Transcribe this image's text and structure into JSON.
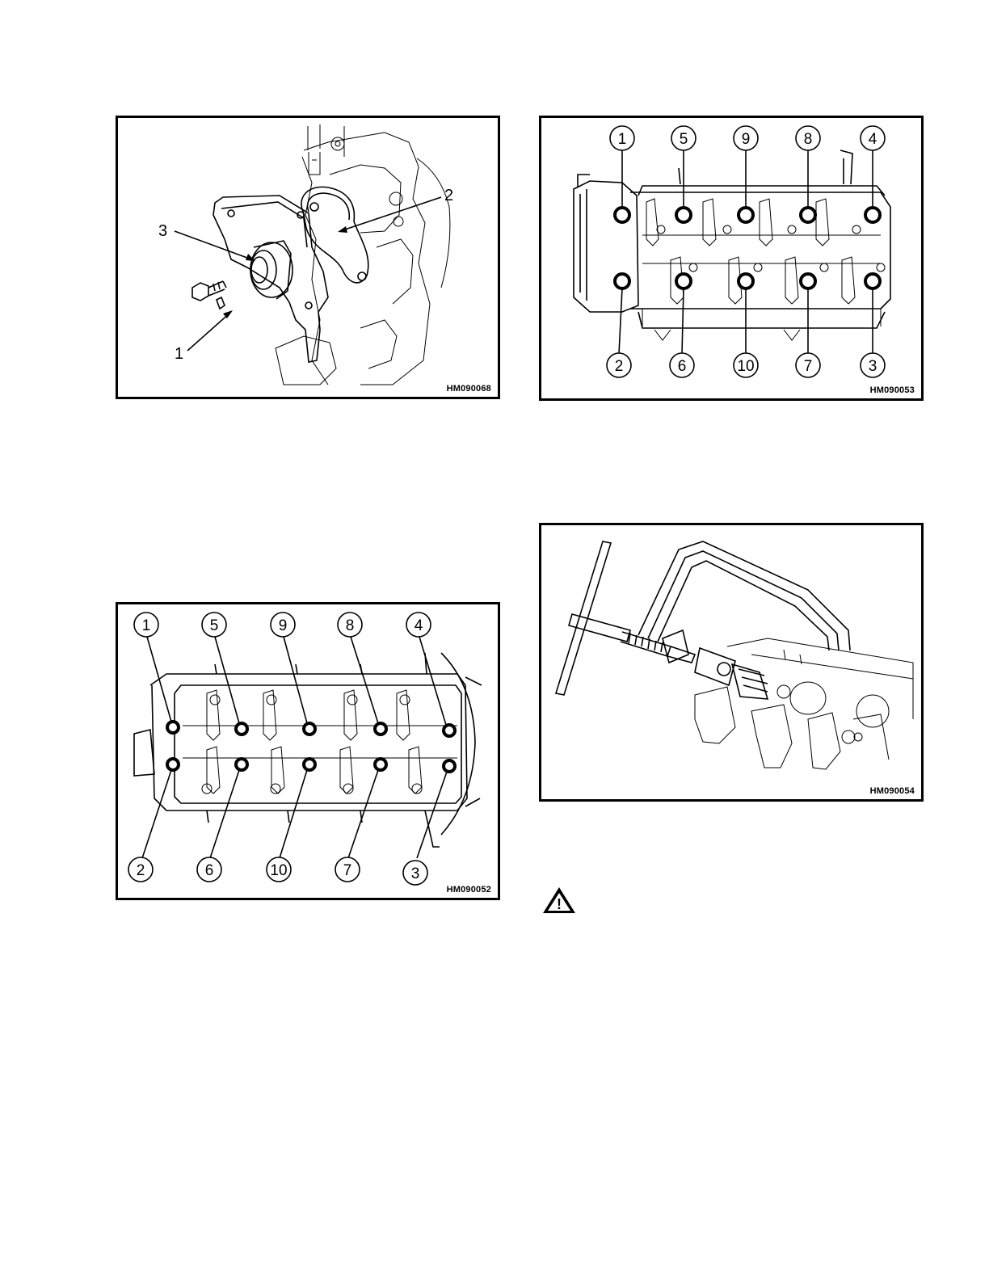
{
  "figures": [
    {
      "id": "fig1",
      "code": "HM090068",
      "callouts": [
        "1",
        "2",
        "3"
      ]
    },
    {
      "id": "fig2",
      "code": "HM090053",
      "callouts_top": [
        "1",
        "5",
        "9",
        "8",
        "4"
      ],
      "callouts_bottom": [
        "2",
        "6",
        "10",
        "7",
        "3"
      ]
    },
    {
      "id": "fig3",
      "code": "HM090052",
      "callouts_top": [
        "1",
        "5",
        "9",
        "8",
        "4"
      ],
      "callouts_bottom": [
        "2",
        "6",
        "10",
        "7",
        "3"
      ]
    },
    {
      "id": "fig4",
      "code": "HM090054"
    }
  ],
  "warning": {
    "icon": "warning-triangle-icon",
    "symbol": "!"
  }
}
